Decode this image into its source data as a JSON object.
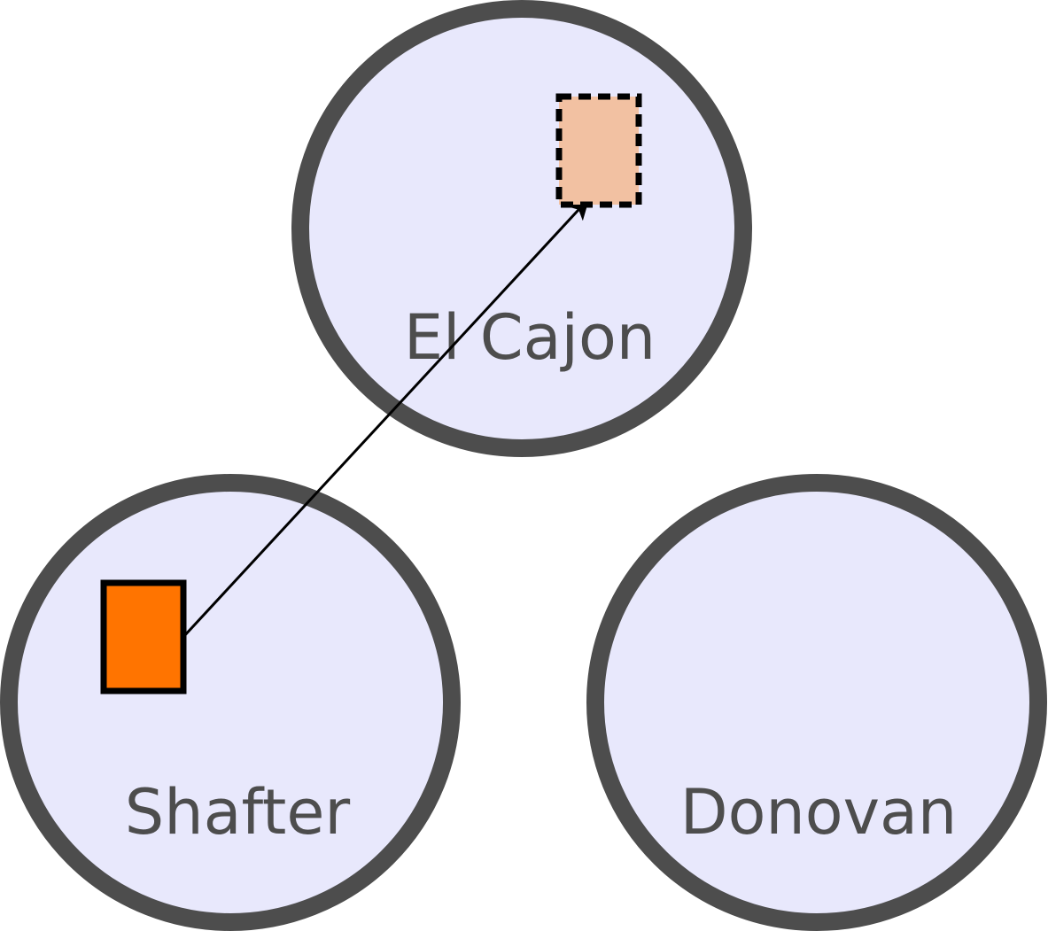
{
  "diagram": {
    "nodes": [
      {
        "id": "el-cajon",
        "label": "El Cajon"
      },
      {
        "id": "shafter",
        "label": "Shafter"
      },
      {
        "id": "donovan",
        "label": "Donovan"
      }
    ],
    "items": [
      {
        "id": "source-item",
        "location": "shafter",
        "style": "solid"
      },
      {
        "id": "target-item",
        "location": "el-cajon",
        "style": "dashed"
      }
    ],
    "edges": [
      {
        "from": "source-item",
        "to": "target-item",
        "type": "arrow"
      }
    ],
    "colors": {
      "circle_fill": "#e8e8fc",
      "circle_stroke": "#4d4d4d",
      "label_text": "#4d4d4d",
      "source_item_fill": "#ff7400",
      "target_item_fill": "#f2c1a2",
      "item_stroke": "#000000",
      "arrow": "#000000"
    }
  }
}
